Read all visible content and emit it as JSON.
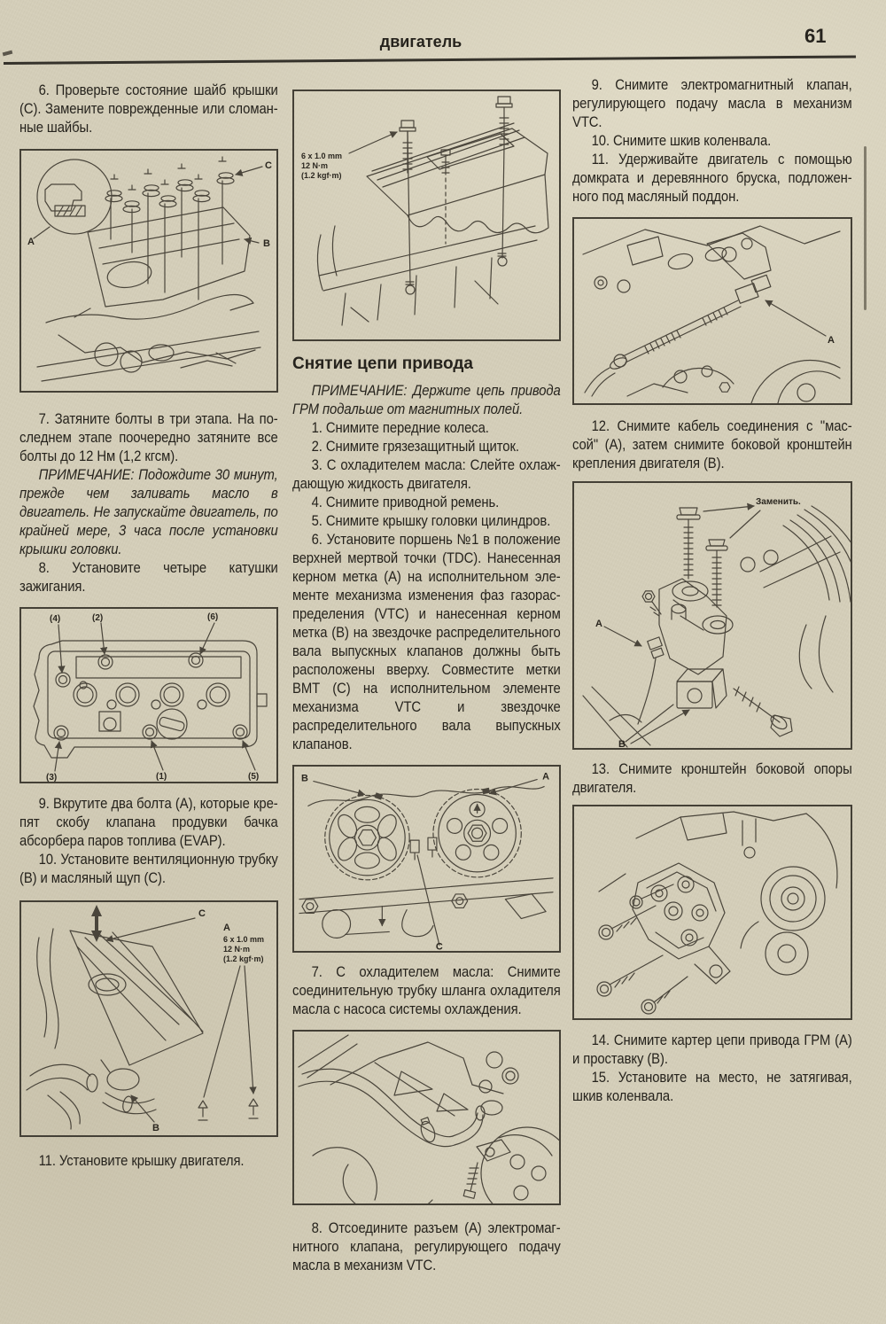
{
  "page": {
    "header": "двигатель",
    "number": "61"
  },
  "left": {
    "p6": "6. Проверьте состояние шайб крышки (С). Замените поврежденные или сломан­ные шайбы.",
    "fig_cover": {
      "a": "A",
      "b": "B",
      "c": "C"
    },
    "p7": "7. Затяните болты в три этапа. На по­следнем этапе поочередно затяните все болты до 12 Нм (1,2 кгсм).",
    "note7": "ПРИМЕЧАНИЕ: Подождите 30 минут, прежде чем заливать масло в двигатель. Не запускайте двигатель, по крайней мере, 3 часа после уста­новки крышки головки.",
    "p8": "8. Установите четыре катушки зажигания.",
    "fig_sequence": {
      "n1": "(1)",
      "n2": "(2)",
      "n3": "(3)",
      "n4": "(4)",
      "n5": "(5)",
      "n6": "(6)"
    },
    "p9": "9. Вкрутите два болта (А), которые кре­пят скобу клапана продувки бачка абсорбе­ра паров топлива (EVAP).",
    "p10": "10. Установите вентиляционную трубку (В) и масляный щуп (С).",
    "fig_tube": {
      "a": "A",
      "b": "B",
      "c": "C",
      "spec1": "6 x 1.0 mm",
      "spec2": "12 N·m",
      "spec3": "(1.2 kgf·m)"
    },
    "p11": "11. Установите крышку двигателя."
  },
  "middle": {
    "fig_cover_bolts": {
      "spec1": "6 x 1.0 mm",
      "spec2": "12 N·m",
      "spec3": "(1.2 kgf·m)"
    },
    "heading": "Снятие цепи привода",
    "note": "ПРИМЕЧАНИЕ: Держите цепь привода ГРМ подальше от магнитных полей.",
    "p1": "1. Снимите передние колеса.",
    "p2": "2. Снимите грязезащитный щиток.",
    "p3": "3. С охладителем масла: Слейте охлаж­дающую жидкость двигателя.",
    "p4": "4. Снимите приводной ремень.",
    "p5": "5. Снимите крышку головки цилиндров.",
    "p6": "6. Установите поршень №1 в положение верхней мертвой точки (TDC). Нанесенная керном метка (А) на исполнительном эле­менте механизма изменения фаз газорас­пределения (VTC) и нанесенная керном мет­ка (В) на звездочке распределительного ва­ла выпускных клапанов должны быть рас­положены вверху. Совместите метки ВМТ (С) на исполнительном элементе механизма VTC и звездочке распределительного вала выпускных клапанов.",
    "fig_sprockets": {
      "a": "A",
      "b": "B",
      "c": "C"
    },
    "p7": "7. С охладителем масла: Снимите соеди­нительную трубку шланга охладителя масла с насоса системы охлаждения.",
    "p8": "8. Отсоедините разъем (А) электромаг­нитного клапана, регулирующего подачу масла в механизм VTC."
  },
  "right": {
    "p9": "9. Снимите электромагнитный клапан, регулирующего подачу масла в механизм VTC.",
    "p10": "10. Снимите шкив коленвала.",
    "p11": "11. Удерживайте двигатель с помощью домкрата и деревянного бруска, подложен­ного под масляный поддон.",
    "fig_ground": {
      "a": "A"
    },
    "p12": "12. Снимите кабель соединения с \"мас­сой\" (А), затем снимите боковой кронштейн крепления двигателя (В).",
    "fig_bracket_bolts": {
      "replace": "Заменить.",
      "a": "A",
      "b": "B"
    },
    "p13": "13. Снимите кронштейн боковой опоры двигателя.",
    "p14": "14. Снимите картер цепи привода ГРМ (А) и проставку (В).",
    "p15": "15. Установите на место, не затягивая, шкив коленвала."
  }
}
